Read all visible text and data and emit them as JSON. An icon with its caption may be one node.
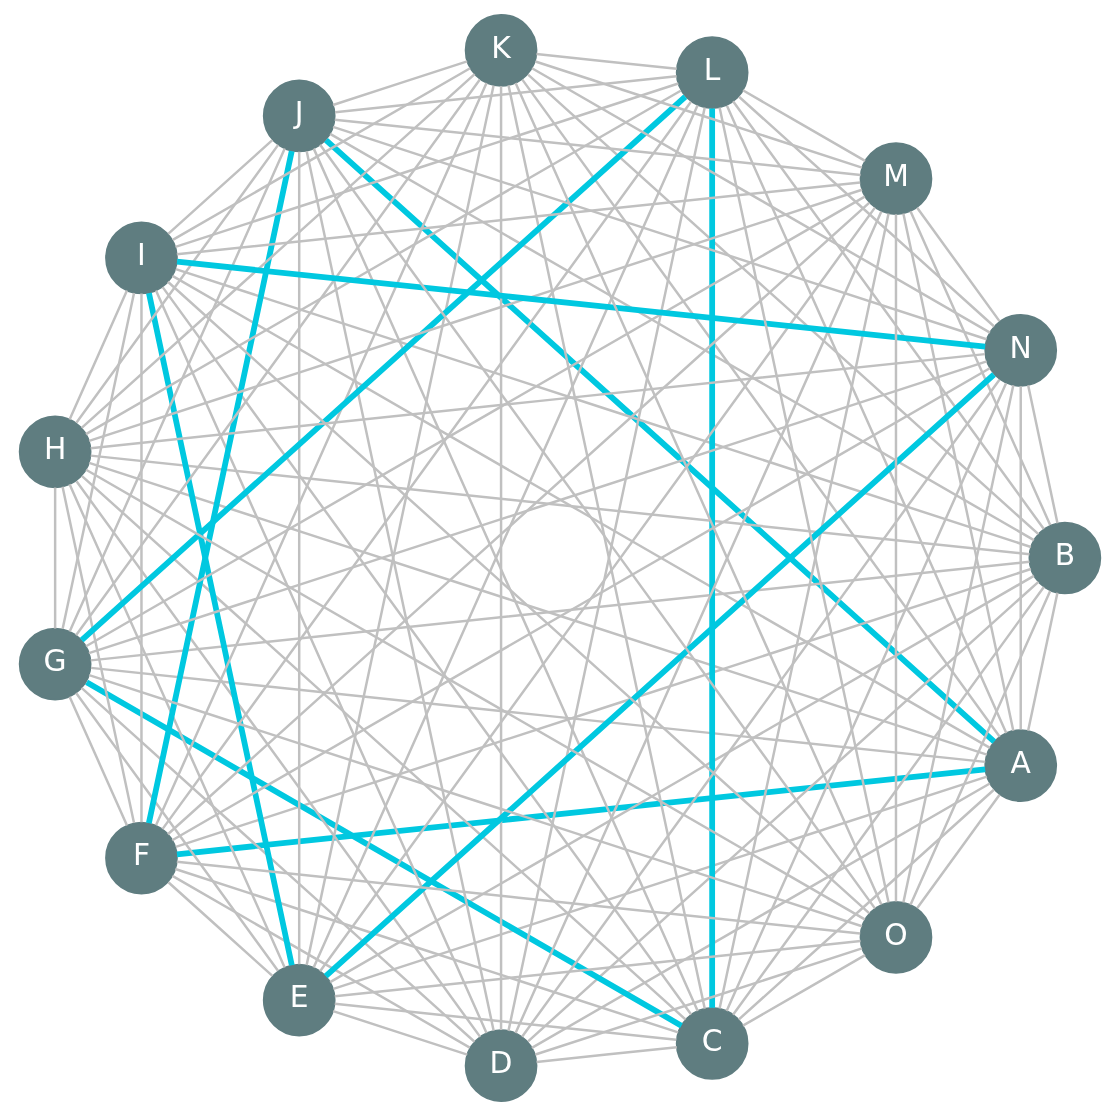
{
  "diagram": {
    "nodes": [
      {
        "text": [
          "A"
        ]
      },
      {
        "text": [
          "B"
        ]
      },
      {
        "text": [
          "C"
        ]
      },
      {
        "text": [
          "D"
        ]
      },
      {
        "text": [
          "E"
        ]
      },
      {
        "text": [
          "F"
        ]
      },
      {
        "text": [
          "G"
        ]
      },
      {
        "text": [
          "H"
        ]
      },
      {
        "text": [
          "I"
        ]
      },
      {
        "text": [
          "J"
        ]
      },
      {
        "text": [
          "K"
        ]
      },
      {
        "text": [
          "L"
        ]
      },
      {
        "text": [
          "M"
        ]
      },
      {
        "text": [
          "N"
        ]
      },
      {
        "text": [
          "O"
        ]
      }
    ],
    "edges": [
      {
        "from": 0,
        "to": 1,
        "arrow": "none"
      },
      {
        "from": 0,
        "to": 2,
        "arrow": "none"
      },
      {
        "from": 0,
        "to": 3,
        "arrow": "none"
      },
      {
        "from": 0,
        "to": 4,
        "arrow": "none"
      },
      {
        "from": 0,
        "to": 5,
        "arrow": "none",
        "style": "thick",
        "color": "#00c8e0"
      },
      {
        "from": 0,
        "to": 6,
        "arrow": "none"
      },
      {
        "from": 0,
        "to": 7,
        "arrow": "none"
      },
      {
        "from": 0,
        "to": 8,
        "arrow": "none"
      },
      {
        "from": 0,
        "to": 9,
        "arrow": "none",
        "style": "thick",
        "color": "#00c8e0"
      },
      {
        "from": 0,
        "to": 10,
        "arrow": "none"
      },
      {
        "from": 0,
        "to": 11,
        "arrow": "none"
      },
      {
        "from": 0,
        "to": 12,
        "arrow": "none"
      },
      {
        "from": 0,
        "to": 13,
        "arrow": "none"
      },
      {
        "from": 0,
        "to": 14,
        "arrow": "none"
      },
      {
        "from": 1,
        "to": 2,
        "arrow": "none"
      },
      {
        "from": 1,
        "to": 3,
        "arrow": "none"
      },
      {
        "from": 1,
        "to": 4,
        "arrow": "none"
      },
      {
        "from": 1,
        "to": 5,
        "arrow": "none"
      },
      {
        "from": 1,
        "to": 6,
        "arrow": "none"
      },
      {
        "from": 1,
        "to": 7,
        "arrow": "none"
      },
      {
        "from": 1,
        "to": 8,
        "arrow": "none"
      },
      {
        "from": 1,
        "to": 9,
        "arrow": "none"
      },
      {
        "from": 1,
        "to": 10,
        "arrow": "none"
      },
      {
        "from": 1,
        "to": 11,
        "arrow": "none"
      },
      {
        "from": 1,
        "to": 12,
        "arrow": "none"
      },
      {
        "from": 1,
        "to": 13,
        "arrow": "none"
      },
      {
        "from": 1,
        "to": 14,
        "arrow": "none"
      },
      {
        "from": 2,
        "to": 3,
        "arrow": "none"
      },
      {
        "from": 2,
        "to": 4,
        "arrow": "none"
      },
      {
        "from": 2,
        "to": 5,
        "arrow": "none"
      },
      {
        "from": 2,
        "to": 6,
        "arrow": "none",
        "style": "thick",
        "color": "#00c8e0"
      },
      {
        "from": 2,
        "to": 7,
        "arrow": "none"
      },
      {
        "from": 2,
        "to": 8,
        "arrow": "none"
      },
      {
        "from": 2,
        "to": 9,
        "arrow": "none"
      },
      {
        "from": 2,
        "to": 10,
        "arrow": "none"
      },
      {
        "from": 2,
        "to": 11,
        "arrow": "none",
        "style": "thick",
        "color": "#00c8e0"
      },
      {
        "from": 2,
        "to": 12,
        "arrow": "none"
      },
      {
        "from": 2,
        "to": 13,
        "arrow": "none"
      },
      {
        "from": 2,
        "to": 14,
        "arrow": "none"
      },
      {
        "from": 3,
        "to": 4,
        "arrow": "none"
      },
      {
        "from": 3,
        "to": 5,
        "arrow": "none"
      },
      {
        "from": 3,
        "to": 6,
        "arrow": "none"
      },
      {
        "from": 3,
        "to": 7,
        "arrow": "none"
      },
      {
        "from": 3,
        "to": 8,
        "arrow": "none"
      },
      {
        "from": 3,
        "to": 9,
        "arrow": "none"
      },
      {
        "from": 3,
        "to": 10,
        "arrow": "none"
      },
      {
        "from": 3,
        "to": 11,
        "arrow": "none"
      },
      {
        "from": 3,
        "to": 12,
        "arrow": "none"
      },
      {
        "from": 3,
        "to": 13,
        "arrow": "none"
      },
      {
        "from": 3,
        "to": 14,
        "arrow": "none"
      },
      {
        "from": 4,
        "to": 5,
        "arrow": "none"
      },
      {
        "from": 4,
        "to": 6,
        "arrow": "none"
      },
      {
        "from": 4,
        "to": 7,
        "arrow": "none"
      },
      {
        "from": 4,
        "to": 8,
        "arrow": "none",
        "style": "thick",
        "color": "#00c8e0"
      },
      {
        "from": 4,
        "to": 9,
        "arrow": "none"
      },
      {
        "from": 4,
        "to": 10,
        "arrow": "none"
      },
      {
        "from": 4,
        "to": 11,
        "arrow": "none"
      },
      {
        "from": 4,
        "to": 12,
        "arrow": "none"
      },
      {
        "from": 4,
        "to": 13,
        "arrow": "none",
        "style": "thick",
        "color": "#00c8e0"
      },
      {
        "from": 4,
        "to": 14,
        "arrow": "none"
      },
      {
        "from": 5,
        "to": 6,
        "arrow": "none"
      },
      {
        "from": 5,
        "to": 7,
        "arrow": "none"
      },
      {
        "from": 5,
        "to": 8,
        "arrow": "none"
      },
      {
        "from": 5,
        "to": 9,
        "arrow": "none",
        "style": "thick",
        "color": "#00c8e0"
      },
      {
        "from": 5,
        "to": 10,
        "arrow": "none"
      },
      {
        "from": 5,
        "to": 11,
        "arrow": "none"
      },
      {
        "from": 5,
        "to": 12,
        "arrow": "none"
      },
      {
        "from": 5,
        "to": 13,
        "arrow": "none"
      },
      {
        "from": 5,
        "to": 14,
        "arrow": "none"
      },
      {
        "from": 6,
        "to": 7,
        "arrow": "none"
      },
      {
        "from": 6,
        "to": 8,
        "arrow": "none"
      },
      {
        "from": 6,
        "to": 9,
        "arrow": "none"
      },
      {
        "from": 6,
        "to": 10,
        "arrow": "none"
      },
      {
        "from": 6,
        "to": 11,
        "arrow": "none",
        "style": "thick",
        "color": "#00c8e0"
      },
      {
        "from": 6,
        "to": 12,
        "arrow": "none"
      },
      {
        "from": 6,
        "to": 13,
        "arrow": "none"
      },
      {
        "from": 6,
        "to": 14,
        "arrow": "none"
      },
      {
        "from": 7,
        "to": 8,
        "arrow": "none"
      },
      {
        "from": 7,
        "to": 9,
        "arrow": "none"
      },
      {
        "from": 7,
        "to": 10,
        "arrow": "none"
      },
      {
        "from": 7,
        "to": 11,
        "arrow": "none"
      },
      {
        "from": 7,
        "to": 12,
        "arrow": "none"
      },
      {
        "from": 7,
        "to": 13,
        "arrow": "none"
      },
      {
        "from": 7,
        "to": 14,
        "arrow": "none"
      },
      {
        "from": 8,
        "to": 9,
        "arrow": "none"
      },
      {
        "from": 8,
        "to": 10,
        "arrow": "none"
      },
      {
        "from": 8,
        "to": 11,
        "arrow": "none"
      },
      {
        "from": 8,
        "to": 12,
        "arrow": "none"
      },
      {
        "from": 8,
        "to": 13,
        "arrow": "none",
        "style": "thick",
        "color": "#00c8e0"
      },
      {
        "from": 8,
        "to": 14,
        "arrow": "none"
      },
      {
        "from": 9,
        "to": 10,
        "arrow": "none"
      },
      {
        "from": 9,
        "to": 11,
        "arrow": "none"
      },
      {
        "from": 9,
        "to": 12,
        "arrow": "none"
      },
      {
        "from": 9,
        "to": 13,
        "arrow": "none"
      },
      {
        "from": 9,
        "to": 14,
        "arrow": "none"
      },
      {
        "from": 10,
        "to": 11,
        "arrow": "none"
      },
      {
        "from": 10,
        "to": 12,
        "arrow": "none"
      },
      {
        "from": 10,
        "to": 13,
        "arrow": "none"
      },
      {
        "from": 10,
        "to": 14,
        "arrow": "none"
      },
      {
        "from": 11,
        "to": 12,
        "arrow": "none"
      },
      {
        "from": 11,
        "to": 13,
        "arrow": "none"
      },
      {
        "from": 11,
        "to": 14,
        "arrow": "none"
      },
      {
        "from": 12,
        "to": 13,
        "arrow": "none"
      },
      {
        "from": 12,
        "to": 14,
        "arrow": "none"
      },
      {
        "from": 13,
        "to": 14,
        "arrow": "none"
      }
    ]
  }
}
